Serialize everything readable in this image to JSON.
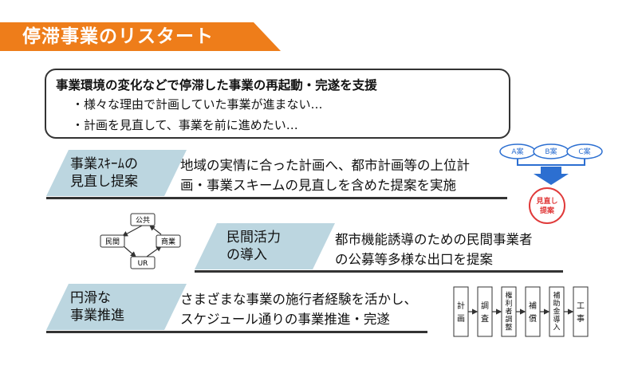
{
  "title": "停滞事業のリスタート",
  "intro": {
    "heading": "事業環境の変化などで停滞した事業の再起動・完遂を支援",
    "bullets": [
      "・様々な理由で計画していた事業が進まない…",
      "・計画を見直して、事業を前に進めたい…"
    ]
  },
  "sections": [
    {
      "label_lines": [
        "事業ｽｷｰﾑの",
        "見直し提案"
      ],
      "text_lines": [
        "地域の実情に合った計画へ、都市計画等の上位計",
        "画・事業スキームの見直しを含めた提案を実施"
      ]
    },
    {
      "label_lines": [
        "民間活力",
        "の導入"
      ],
      "text_lines": [
        "都市機能誘導のための民間事業者",
        "の公募等多様な出口を提案"
      ]
    },
    {
      "label_lines": [
        "円滑な",
        "事業推進"
      ],
      "text_lines": [
        "さまざまな事業の施行者経験を活かし、",
        "スケジュール通りの事業推進・完遂"
      ]
    }
  ],
  "plan_diagram": {
    "options": [
      "A案",
      "B案",
      "C案"
    ],
    "result": [
      "見直し",
      "提案"
    ]
  },
  "partner_diagram": {
    "nodes": [
      "公共",
      "民間",
      "商業",
      "UR"
    ]
  },
  "process_flow": {
    "steps": [
      "計画",
      "調査",
      "権利者調整",
      "補償",
      "補助金導入",
      "工事"
    ]
  },
  "colors": {
    "title_bg": "#ee7d1a",
    "label_bg": "#bcd6e0",
    "accent_blue": "#2c6fd1",
    "accent_red": "#e03a3a"
  }
}
